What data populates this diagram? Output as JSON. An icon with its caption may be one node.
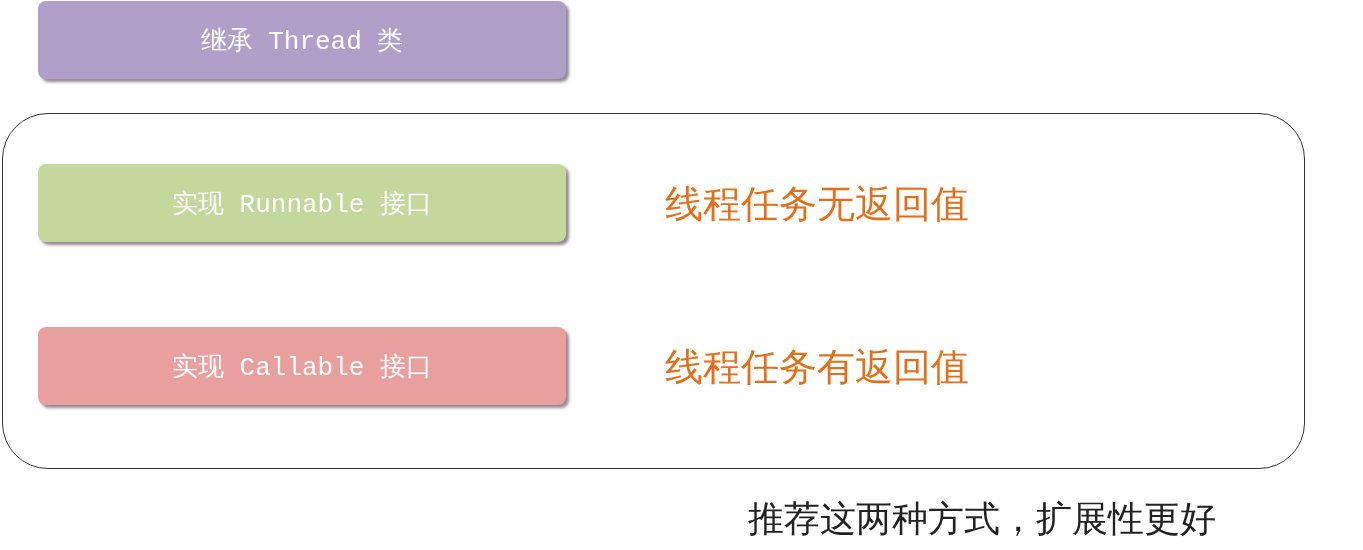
{
  "diagram": {
    "nodes": [
      {
        "text": [
          "继承 Thread 类"
        ]
      },
      {
        "text": [
          "推荐这两种方式，扩展性更好"
        ]
      },
      {
        "text": [
          "实现 Runnable 接口"
        ],
        "in": 1,
        "beside": [
          "线程任务无返回值"
        ]
      },
      {
        "text": [
          "实现 Callable 接口"
        ],
        "in": 1,
        "beside": [
          "线程任务有返回值"
        ]
      }
    ]
  }
}
